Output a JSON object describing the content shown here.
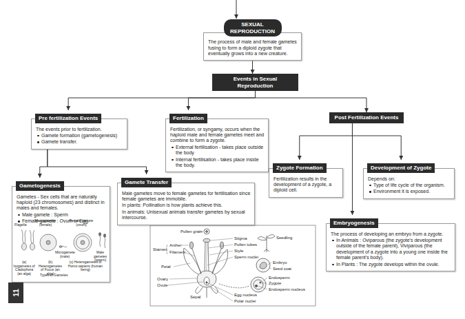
{
  "diagram": {
    "nodes": [
      {
        "text": [
          "SEXUAL REPRODUCTION",
          "The process of male and female gametes fusing to form a diploid zygote that eventually grows into a new creature."
        ]
      },
      {
        "text": [
          "Events in Sexual Reproduction"
        ]
      },
      {
        "text": [
          "Pre fertilization Events",
          "The events prior to fertilization.",
          "Gamete formation (gametogenesis)",
          "Gamete transfer."
        ]
      },
      {
        "text": [
          "Fertilization",
          "Fertilization, or syngamy, occurs when the haploid male and female gametes meet and combine to form a zygote.",
          "External fertilisation - takes place outside the body",
          "Internal fertilisation - takes place inside the body."
        ]
      },
      {
        "text": [
          "Post Fertilization Events"
        ]
      },
      {
        "text": [
          "Gametogenesis",
          "Gametes - Sex cells that are naturally haploid (23 chromosomes) and distinct in males and females.",
          "Male gamete : Sperm",
          "Female gamete : Ovum or Egg."
        ]
      },
      {
        "text": [
          "Gamete Transfer",
          "Male gametes move to female gametes for fertilisation since female gametes are immobile.",
          "In plants: Pollination is how plants achieve this.",
          "In animals: Unisexual animals transfer gametes by sexual intercourse."
        ]
      },
      {
        "text": [
          "Zygote Formation",
          "Fertilization results in the development of a zygote, a diploid cell."
        ]
      },
      {
        "text": [
          "Development of Zygote",
          "Depends on:",
          "Type of life cycle of the organism.",
          "Environment it is exposed."
        ]
      },
      {
        "text": [
          "Embryogenesis",
          "The process of developing an embryo from a zygote.",
          "In Animals : Oviparous (the zygote's development outside of the female parent), Viviparous (the development of a zygote into a young one inside the female parent's body).",
          "In Plants : The zygote develops within the ovule."
        ]
      }
    ],
    "edges": [
      {
        "from": 0,
        "to": 1,
        "arrow": "to"
      },
      {
        "from": 1,
        "to": 2,
        "arrow": "to"
      },
      {
        "from": 1,
        "to": 3,
        "arrow": "to"
      },
      {
        "from": 1,
        "to": 4,
        "arrow": "to"
      },
      {
        "from": 2,
        "to": 5,
        "arrow": "to"
      },
      {
        "from": 2,
        "to": 6,
        "arrow": "to"
      },
      {
        "from": 4,
        "to": 7,
        "arrow": "to"
      },
      {
        "from": 4,
        "to": 9,
        "arrow": "to"
      },
      {
        "from": 4,
        "to": 8,
        "arrow": "to"
      }
    ],
    "labels": [
      "Pollen grain",
      "Stamen",
      "Anther",
      "Filament",
      "Petal",
      "Ovary",
      "Ovule",
      "Sepal",
      "Stigma",
      "Pollen tubes",
      "Style",
      "Sperm nuclei",
      "Seedling",
      "Embryo",
      "Seed coat",
      "Endosperm",
      "Zygote",
      "Endosperm nucleus",
      "Egg nucleus",
      "Polar nuclei",
      "Flagella",
      "Macrogamete (female)",
      "Female gamete (ovum)",
      "Microgamete (male)",
      "Male gametes (sperm)",
      "(a) Isogametes of Cladophora (an alga)",
      "(b) Heterogametes of Fucus (an alga)",
      "(c) Heterogametes of Homo sapiens (human being)",
      "Types of Gametes",
      "11"
    ]
  }
}
